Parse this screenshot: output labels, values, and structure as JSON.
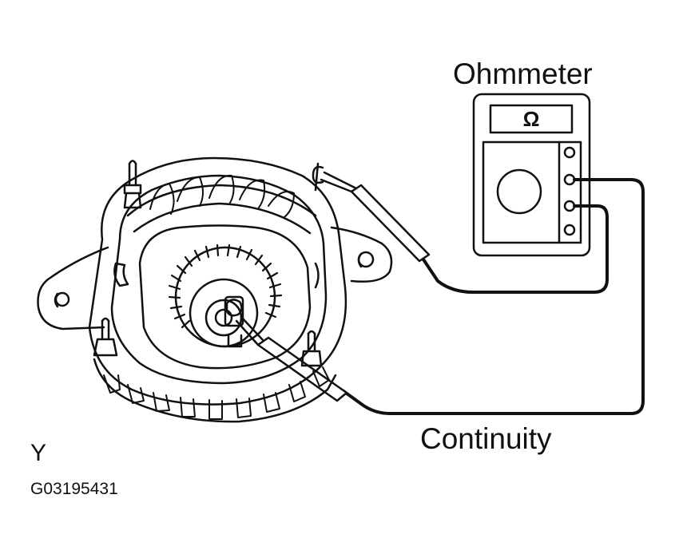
{
  "labels": {
    "meter_title": "Ohmmeter",
    "continuity": "Continuity",
    "view_letter": "Y",
    "figure_code": "G03195431",
    "display_symbol": "Ω"
  },
  "colors": {
    "line": "#111111",
    "background": "#ffffff"
  }
}
